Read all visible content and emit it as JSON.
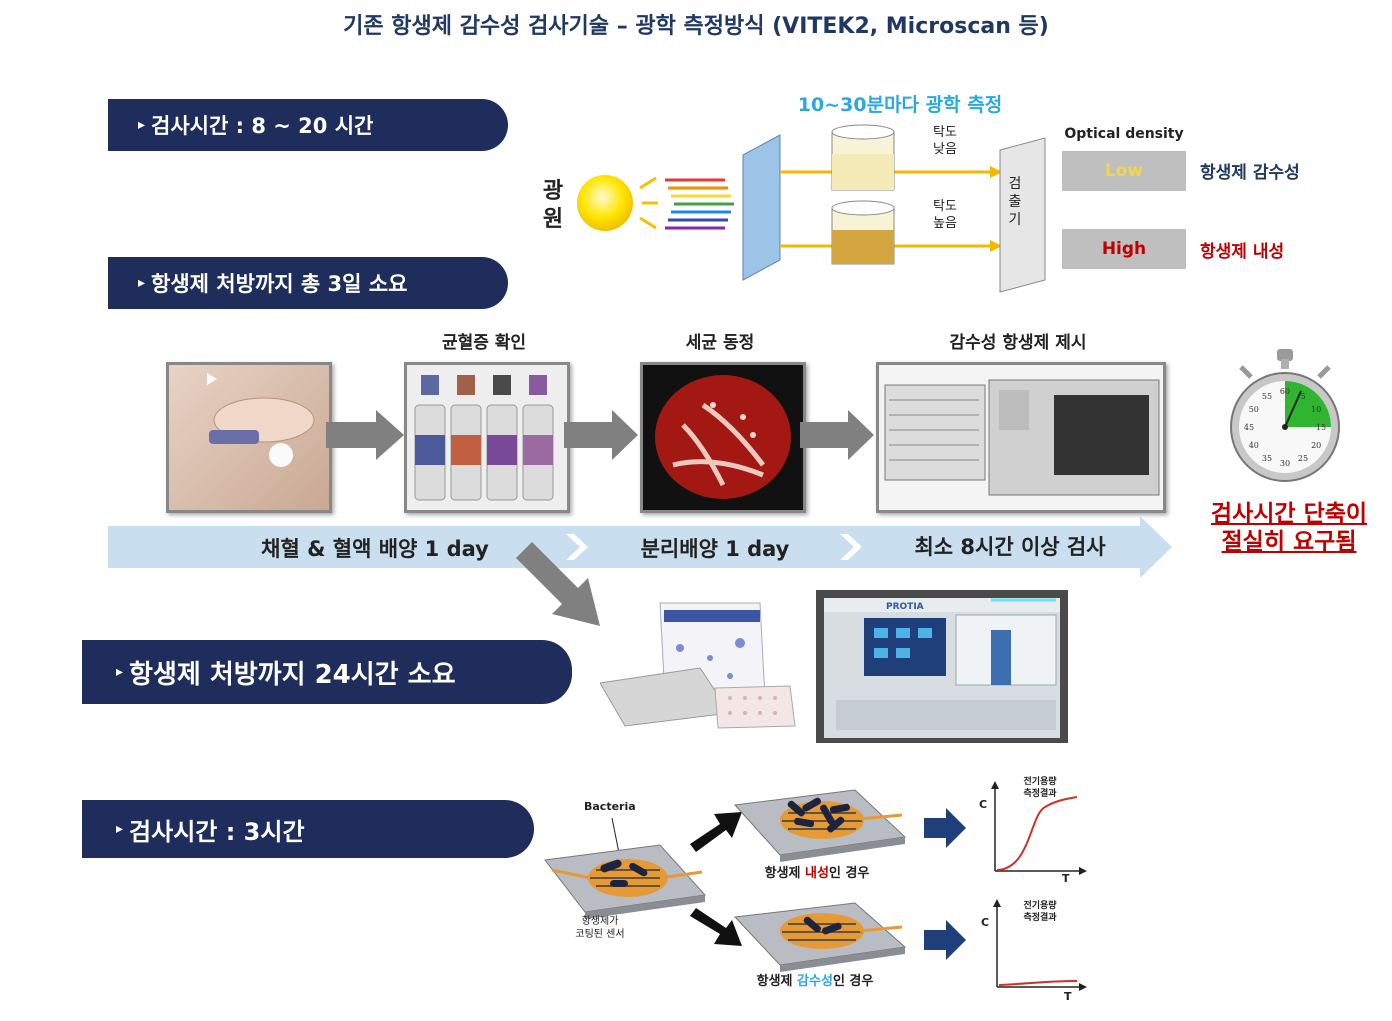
{
  "title": "기존 항생제 감수성 검사기술 – 광학 측정방식 (VITEK2, Microscan 등)",
  "pills": {
    "test_time_old": "검사시간 : 8 ~ 20 시간",
    "prescription_old": "항생제 처방까지 총 3일 소요",
    "prescription_new": "항생제 처방까지  24시간 소요",
    "test_time_new": "검사시간 :  3시간"
  },
  "optical": {
    "measure_label": "10~30분마다 광학 측정",
    "light_source": "광원",
    "turbidity_low": "탁도\n낮음",
    "turbidity_high": "탁도\n높음",
    "detector": "검\n출\n기",
    "od_header": "Optical density",
    "od_low": "Low",
    "od_high": "High",
    "result_sensitive": "항생제 감수성",
    "result_resistant": "항생제 내성"
  },
  "steps": {
    "step2_label": "균혈증 확인",
    "step3_label": "세균 동정",
    "step4_label": "감수성 항생제 제시"
  },
  "timeline": {
    "phase1": "채혈 & 혈액 배양 1 day",
    "phase2": "분리배양 1 day",
    "phase3": "최소 8시간 이상 검사"
  },
  "urgent_note": "검사시간 단축이\n절실히 요구됨",
  "stopwatch_numbers": [
    "60",
    "5",
    "10",
    "15",
    "20",
    "25",
    "30",
    "35",
    "40",
    "45",
    "50",
    "55"
  ],
  "instrument_brand": "PROTIA",
  "sensor": {
    "bacteria_label": "Bacteria",
    "sensor_label": "항생제가\n코팅된 센서",
    "resistant_case_prefix": "항생제 ",
    "resistant_case_key": "내성",
    "resistant_case_suffix": "인 경우",
    "sensitive_case_prefix": "항생제 ",
    "sensitive_case_key": "감수성",
    "sensitive_case_suffix": "인 경우",
    "graph_title": "전기용량\n측정결과",
    "axis_y": "C",
    "axis_x": "T"
  },
  "colors": {
    "navy": "#1f2d5c",
    "cyan": "#2aa8e0",
    "red": "#c00000",
    "yellow_od": "#f2d64b",
    "timeline": "#c9dff0"
  }
}
